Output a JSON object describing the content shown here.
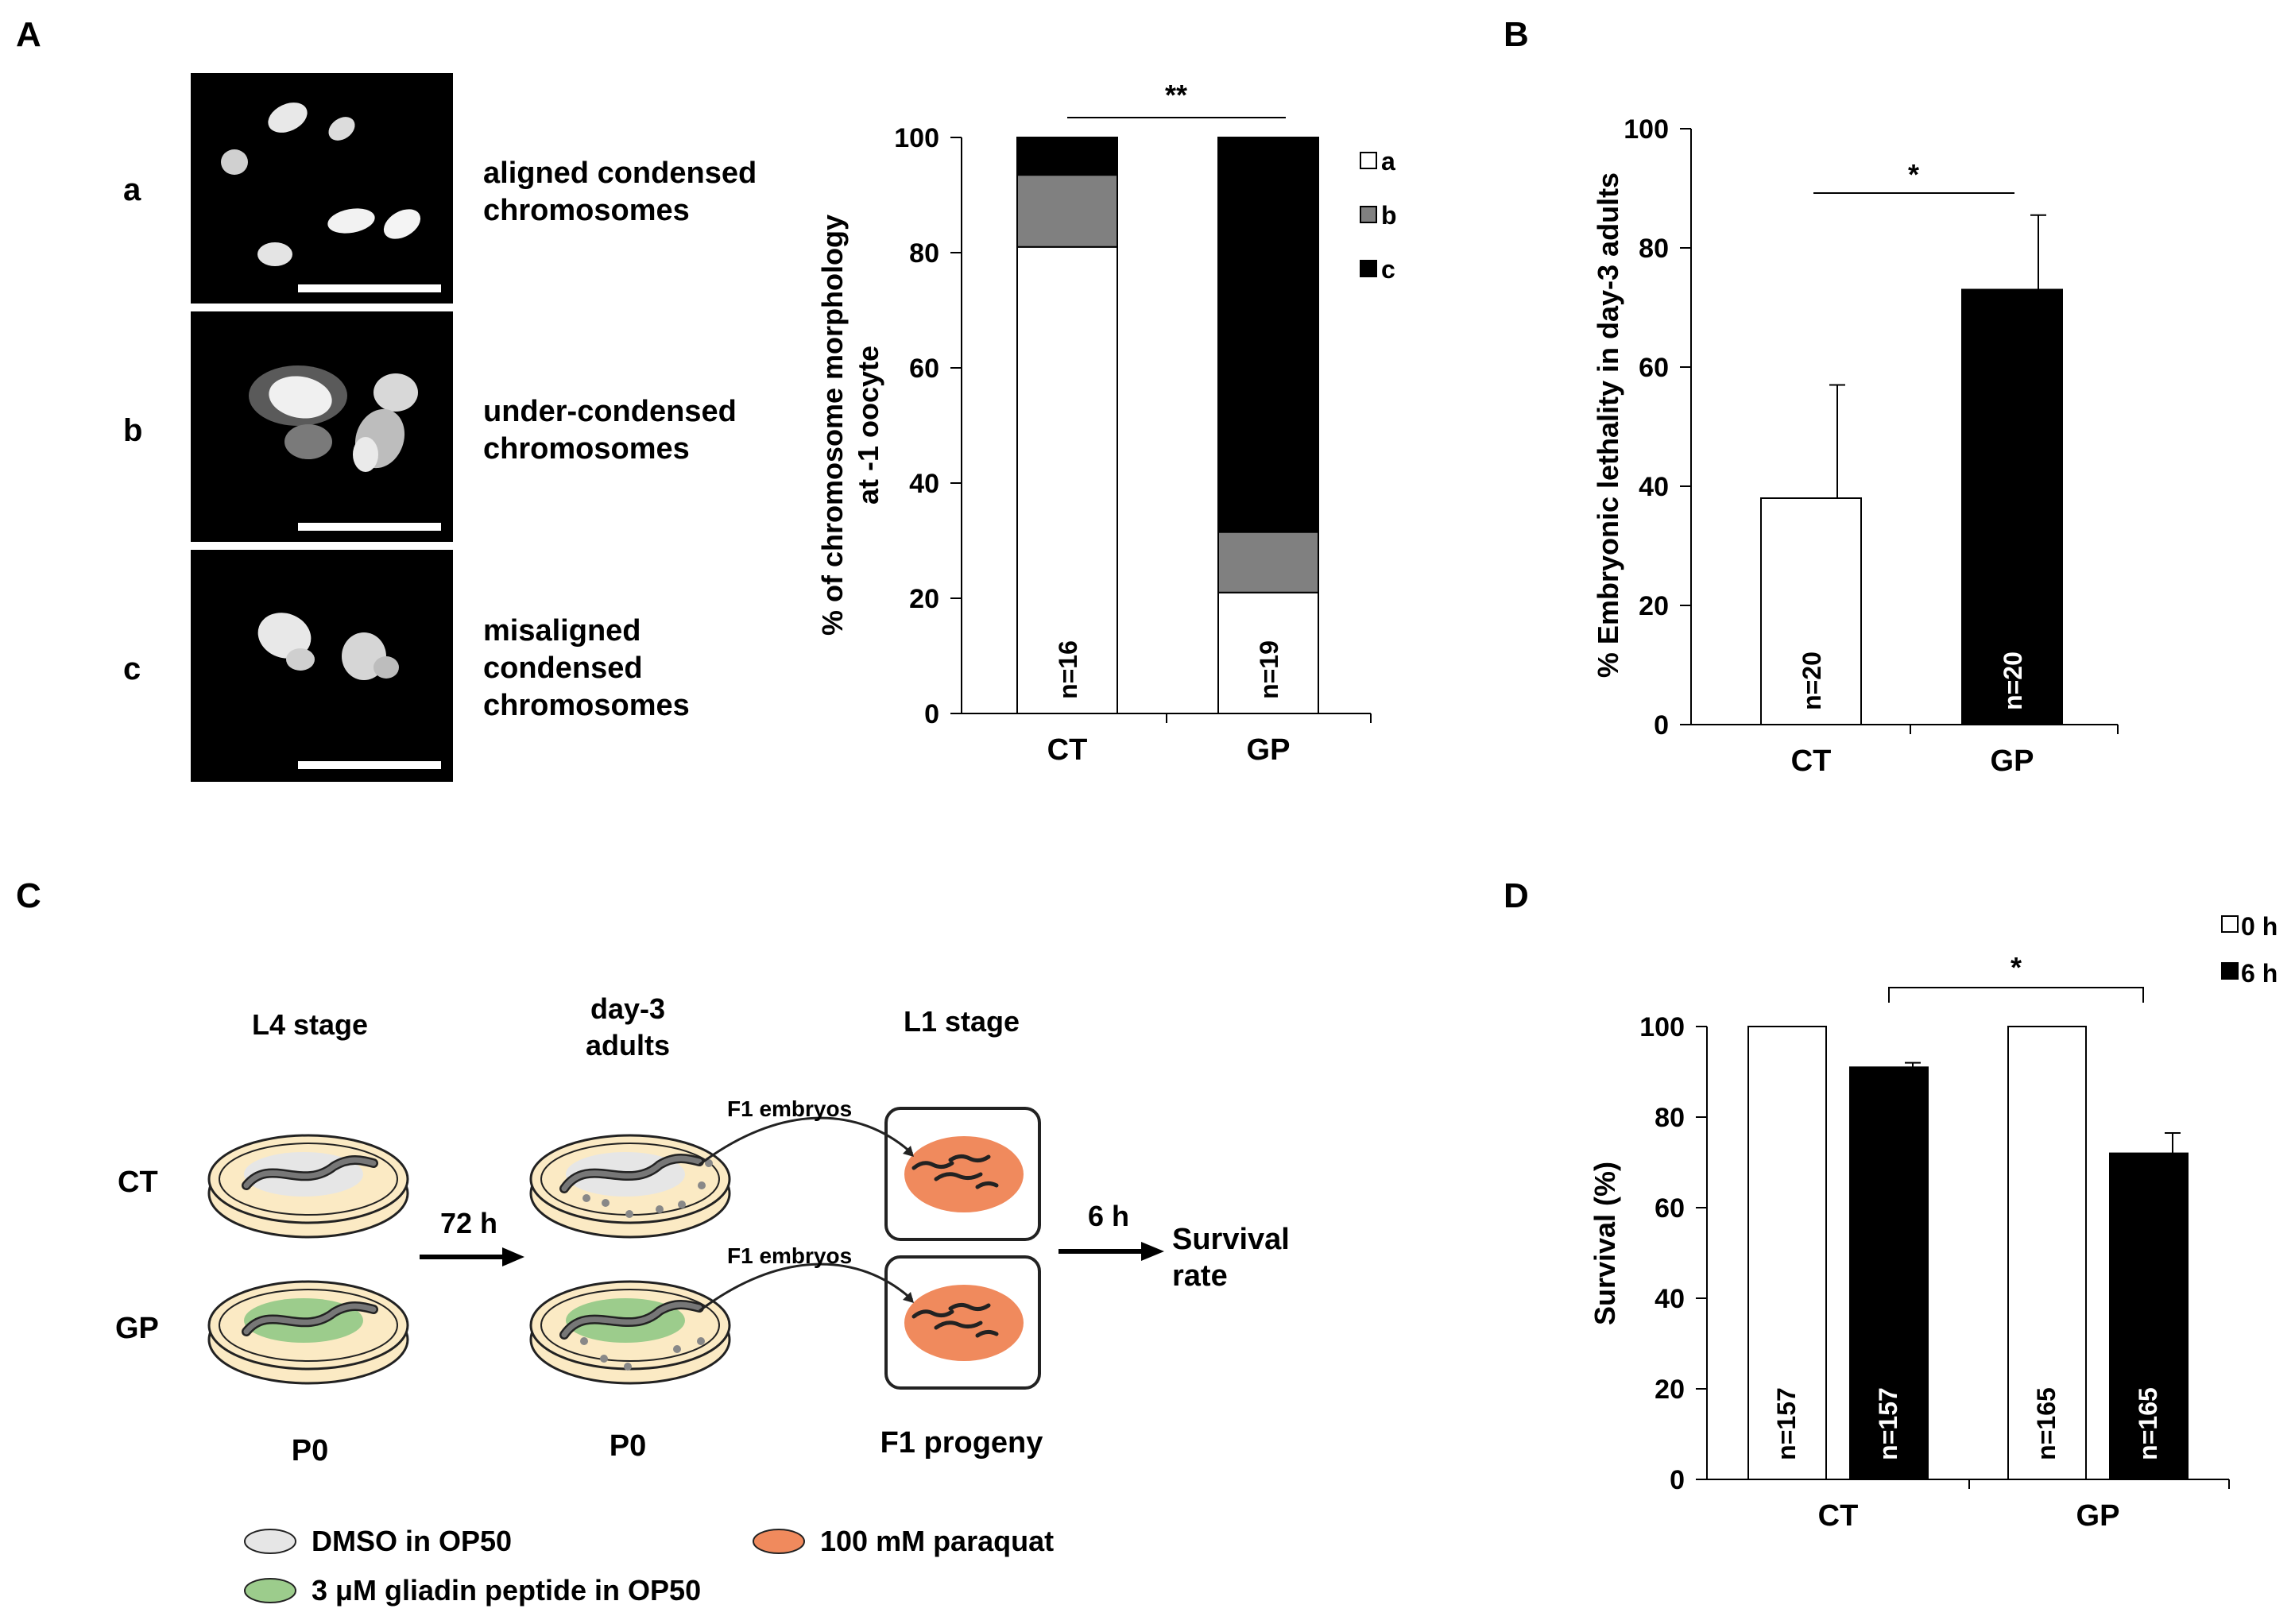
{
  "panels": {
    "A": {
      "letter": "A",
      "micrographs": [
        {
          "letter": "a",
          "label_lines": [
            "aligned condensed",
            "chromosomes"
          ]
        },
        {
          "letter": "b",
          "label_lines": [
            "under-condensed",
            "chromosomes"
          ]
        },
        {
          "letter": "c",
          "label_lines": [
            "misaligned",
            "condensed",
            "chromosomes"
          ]
        }
      ]
    },
    "B": {
      "letter": "B"
    },
    "C": {
      "letter": "C",
      "stage_labels": {
        "l4": "L4 stage",
        "day3_line1": "day-3",
        "day3_line2": "adults",
        "l1": "L1 stage"
      },
      "group_labels": {
        "ct": "CT",
        "gp": "GP"
      },
      "arrow_72h": "72 h",
      "arrow_6h": "6 h",
      "embryos_label": "F1 embryos",
      "survival_line1": "Survival",
      "survival_line2": "rate",
      "bottom_labels": {
        "p0_left": "P0",
        "p0_mid": "P0",
        "f1": "F1 progeny"
      },
      "legend": {
        "dmso": "DMSO in OP50",
        "gliadin": "3 μM gliadin peptide in OP50",
        "paraquat": "100 mM paraquat"
      },
      "colors": {
        "dmso": "#e6e6e6",
        "gliadin": "#9ccc8c",
        "paraquat": "#f08a5d",
        "plate": "#fbeac4"
      }
    },
    "D": {
      "letter": "D"
    }
  },
  "chart_data": [
    {
      "id": "A",
      "type": "bar",
      "stacked": true,
      "categories": [
        "CT",
        "GP"
      ],
      "series": [
        {
          "name": "a",
          "color": "#ffffff",
          "values": [
            81,
            21
          ]
        },
        {
          "name": "b",
          "color": "#808080",
          "values": [
            12.5,
            10.5
          ]
        },
        {
          "name": "c",
          "color": "#000000",
          "values": [
            6.5,
            68.5
          ]
        }
      ],
      "ylabel_lines": [
        "% of chromosome morphology",
        "at -1 oocyte"
      ],
      "ylim": [
        0,
        100
      ],
      "yticks": [
        0,
        20,
        40,
        60,
        80,
        100
      ],
      "n_labels": [
        "n=16",
        "n=19"
      ],
      "significance": "**",
      "legend_position": "top-right"
    },
    {
      "id": "B",
      "type": "bar",
      "categories": [
        "CT",
        "GP"
      ],
      "series": [
        {
          "values": [
            38,
            73
          ],
          "errors": [
            19,
            12.5
          ],
          "colors": [
            "#ffffff",
            "#000000"
          ]
        }
      ],
      "ylabel": "% Embryonic lethality  in day-3 adults",
      "ylim": [
        0,
        100
      ],
      "yticks": [
        0,
        20,
        40,
        60,
        80,
        100
      ],
      "n_labels": [
        "n=20",
        "n=20"
      ],
      "significance": "*"
    },
    {
      "id": "D",
      "type": "bar",
      "categories": [
        "CT",
        "GP"
      ],
      "series": [
        {
          "name": "0 h",
          "color": "#ffffff",
          "values": [
            100,
            100
          ],
          "errors": [
            0,
            0
          ],
          "n_labels": [
            "n=157",
            "n=165"
          ]
        },
        {
          "name": "6 h",
          "color": "#000000",
          "values": [
            91,
            72
          ],
          "errors": [
            1,
            4.5
          ],
          "n_labels": [
            "n=157",
            "n=165"
          ]
        }
      ],
      "ylabel": "Survival (%)",
      "ylim": [
        0,
        100
      ],
      "yticks": [
        0,
        20,
        40,
        60,
        80,
        100
      ],
      "significance": "*",
      "legend_position": "top-right"
    }
  ]
}
